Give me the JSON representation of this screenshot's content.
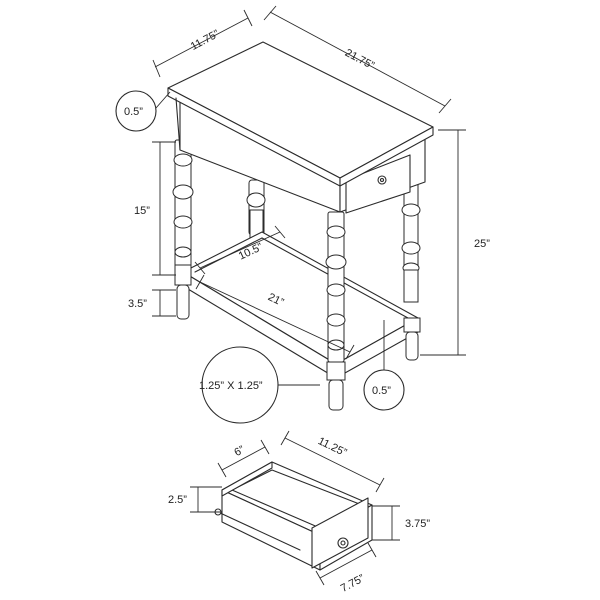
{
  "table": {
    "depth": "11.75”",
    "width": "21.75”",
    "top_thickness": "0.5”",
    "height": "25”",
    "leg_upper": "15”",
    "shelf_depth": "10.5”",
    "shelf_width": "21”",
    "leg_lower": "3.5”",
    "leg_section": "1.25” X 1.25”",
    "shelf_thickness": "0.5”"
  },
  "drawer": {
    "depth": "6”",
    "width": "11.25”",
    "inner_height": "2.5”",
    "front_height": "3.75”",
    "front_width": "7.75”"
  }
}
